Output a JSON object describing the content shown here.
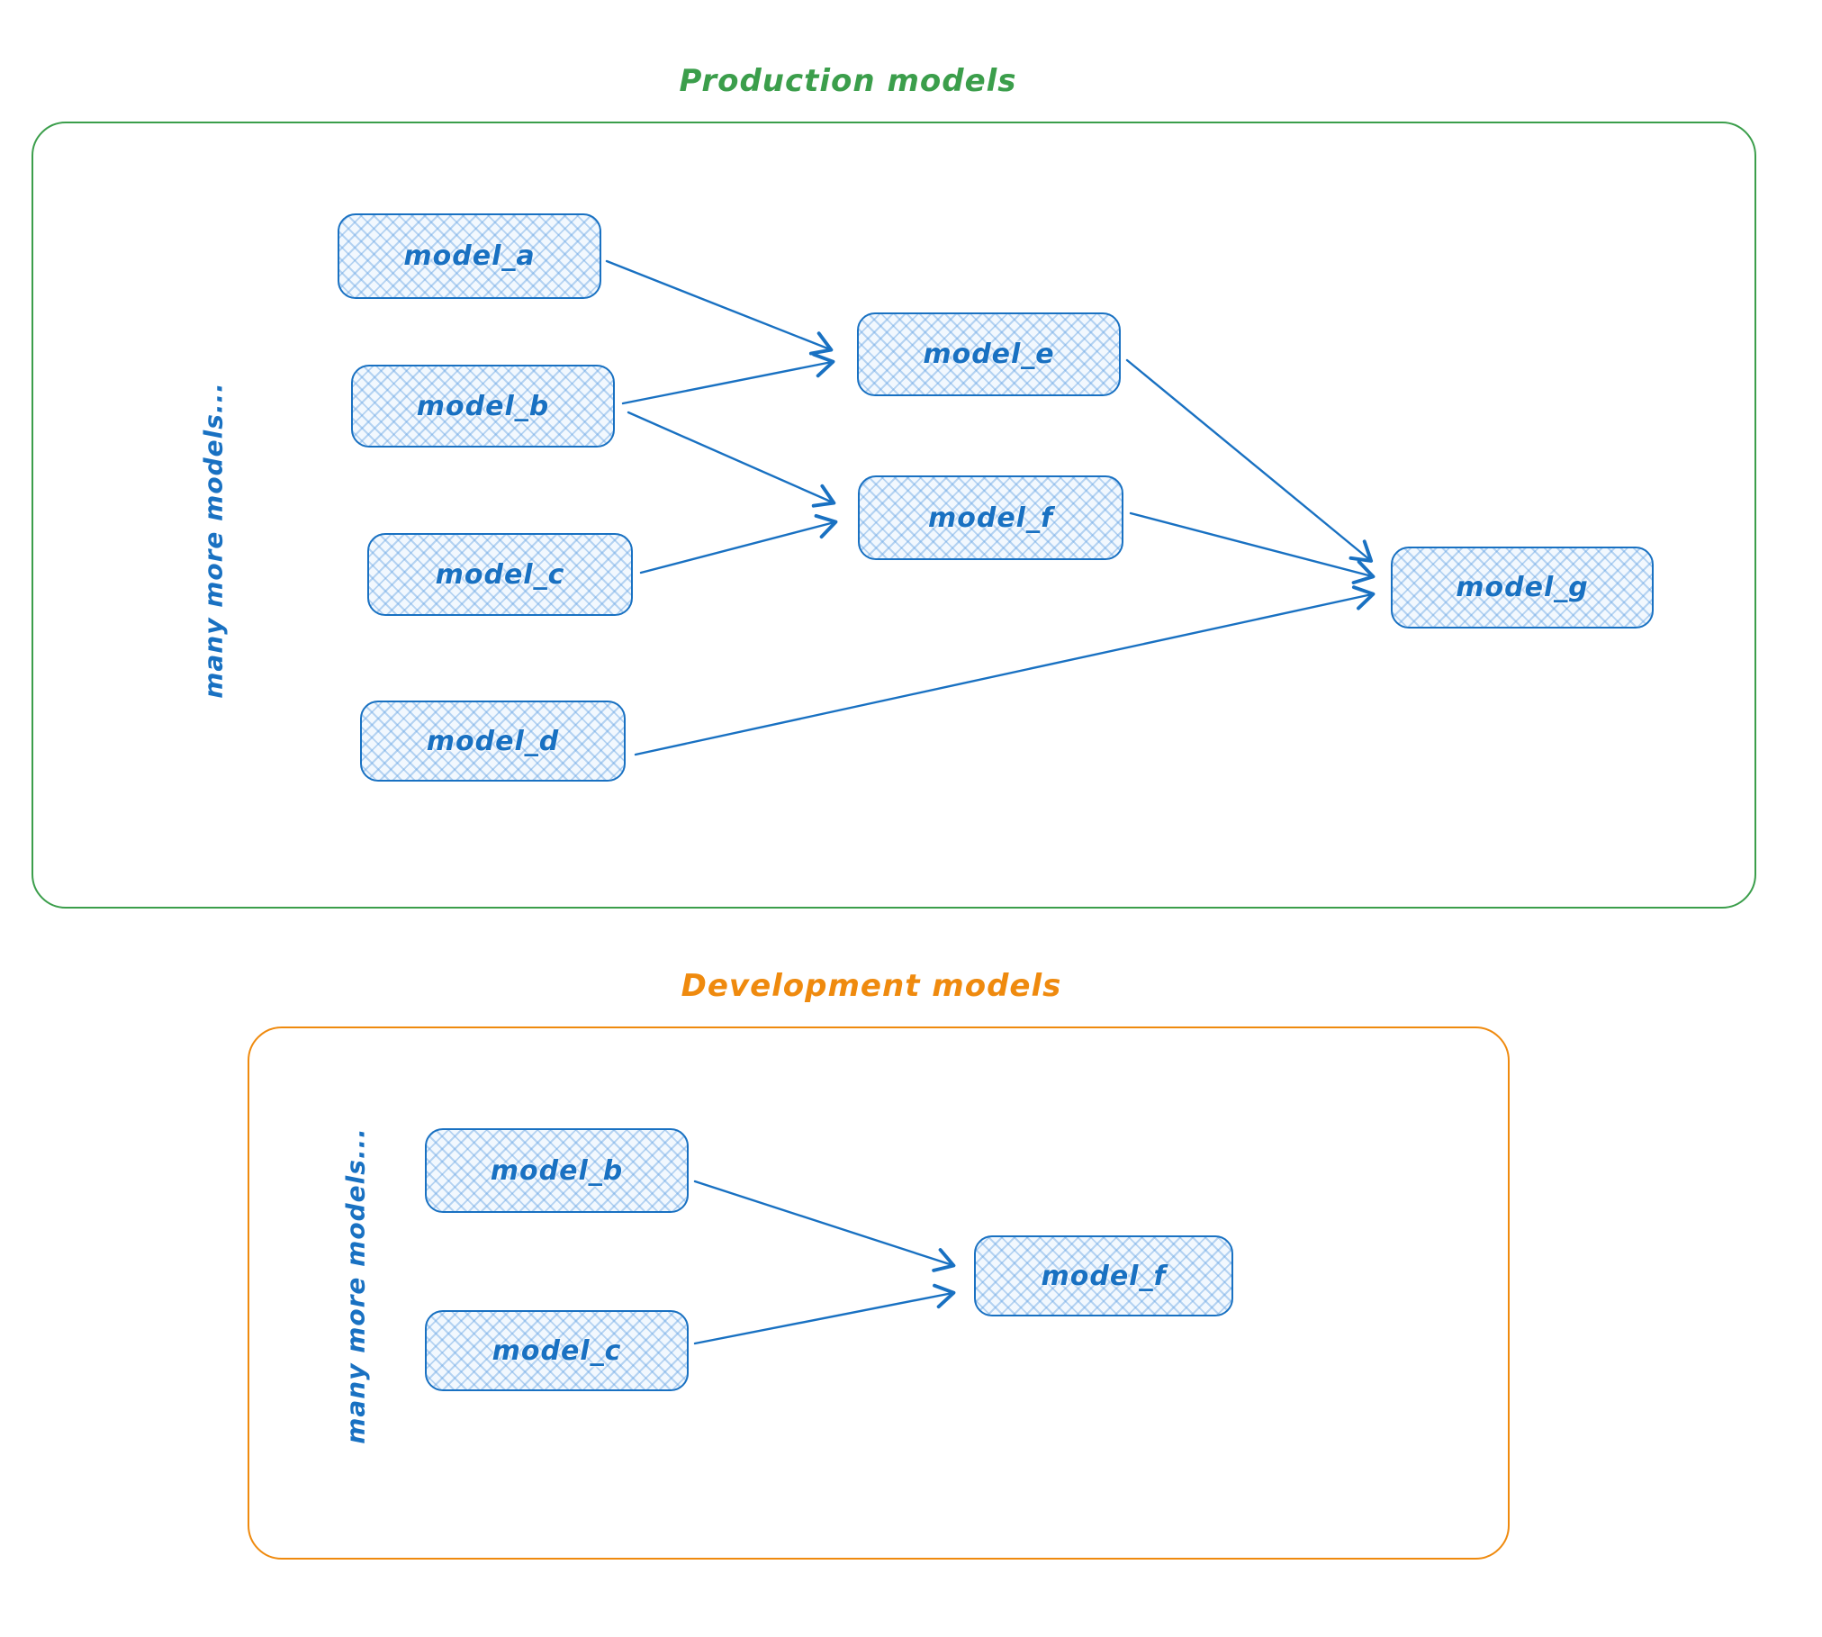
{
  "diagram": {
    "production": {
      "title": "Production models",
      "side_label": "many more models...",
      "nodes": [
        {
          "id": "model_a",
          "label": "model_a"
        },
        {
          "id": "model_b",
          "label": "model_b"
        },
        {
          "id": "model_c",
          "label": "model_c"
        },
        {
          "id": "model_d",
          "label": "model_d"
        },
        {
          "id": "model_e",
          "label": "model_e"
        },
        {
          "id": "model_f",
          "label": "model_f"
        },
        {
          "id": "model_g",
          "label": "model_g"
        }
      ],
      "edges": [
        {
          "from": "model_a",
          "to": "model_e"
        },
        {
          "from": "model_b",
          "to": "model_e"
        },
        {
          "from": "model_b",
          "to": "model_f"
        },
        {
          "from": "model_c",
          "to": "model_f"
        },
        {
          "from": "model_d",
          "to": "model_g"
        },
        {
          "from": "model_e",
          "to": "model_g"
        },
        {
          "from": "model_f",
          "to": "model_g"
        }
      ]
    },
    "development": {
      "title": "Development models",
      "side_label": "many more models...",
      "nodes": [
        {
          "id": "model_b",
          "label": "model_b"
        },
        {
          "id": "model_c",
          "label": "model_c"
        },
        {
          "id": "model_f",
          "label": "model_f"
        }
      ],
      "edges": [
        {
          "from": "model_b",
          "to": "model_f"
        },
        {
          "from": "model_c",
          "to": "model_f"
        }
      ]
    },
    "colors": {
      "production_border": "#3b9e4b",
      "development_border": "#ef8a0e",
      "node_stroke": "#1971c2",
      "node_fill_hatch": "#a5d8ff",
      "arrow": "#1971c2"
    }
  }
}
